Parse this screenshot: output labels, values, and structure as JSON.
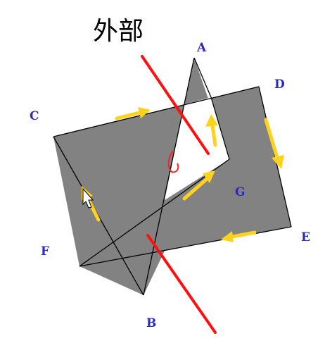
{
  "title": "外部",
  "labels": {
    "A": "A",
    "B": "B",
    "C": "C",
    "D": "D",
    "E": "E",
    "F": "F",
    "G": "G"
  },
  "colors": {
    "fill": "#828282",
    "edge": "#000000",
    "arrow": "#ffd21e",
    "cut_line": "#ff1010",
    "label": "#2b2bbd",
    "mark": "#ff2020"
  }
}
